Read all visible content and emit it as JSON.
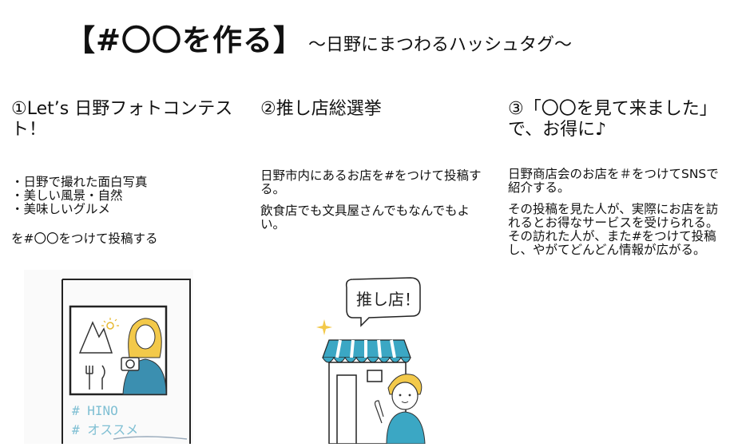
{
  "title": {
    "main": "【#〇〇を作る】",
    "sub": "～日野にまつわるハッシュタグ～"
  },
  "columns": [
    {
      "heading": "①Let’s 日野フォトコンテスト！",
      "bullets": [
        "・日野で撮れた面白写真",
        "・美しい風景・自然",
        "・美味しいグルメ"
      ],
      "tail": "を#〇〇をつけて投稿する"
    },
    {
      "heading": "②推し店総選挙",
      "paragraphs": [
        "日野市内にあるお店を#をつけて投稿する。",
        "飲食店でも文具屋さんでもなんでもよい。"
      ]
    },
    {
      "heading": "③「〇〇を見て来ました」で、お得に♪",
      "paragraphs": [
        "日野商店会のお店を＃をつけてSNSで紹介する。",
        "その投稿を見た人が、実際にお店を訪れるとお得なサービスを受けられる。その訪れた人が、また#をつけて投稿し、やがてどんどん情報が広がる。"
      ]
    }
  ],
  "illustrations": {
    "photo_tags": [
      "# HINO",
      "# オススメ"
    ],
    "bubble_text": "推し店！"
  },
  "colors": {
    "text": "#111111",
    "accent_blue": "#3ba7c4",
    "hair_yellow": "#f3c94a",
    "shirt_teal": "#3b8fb0"
  }
}
